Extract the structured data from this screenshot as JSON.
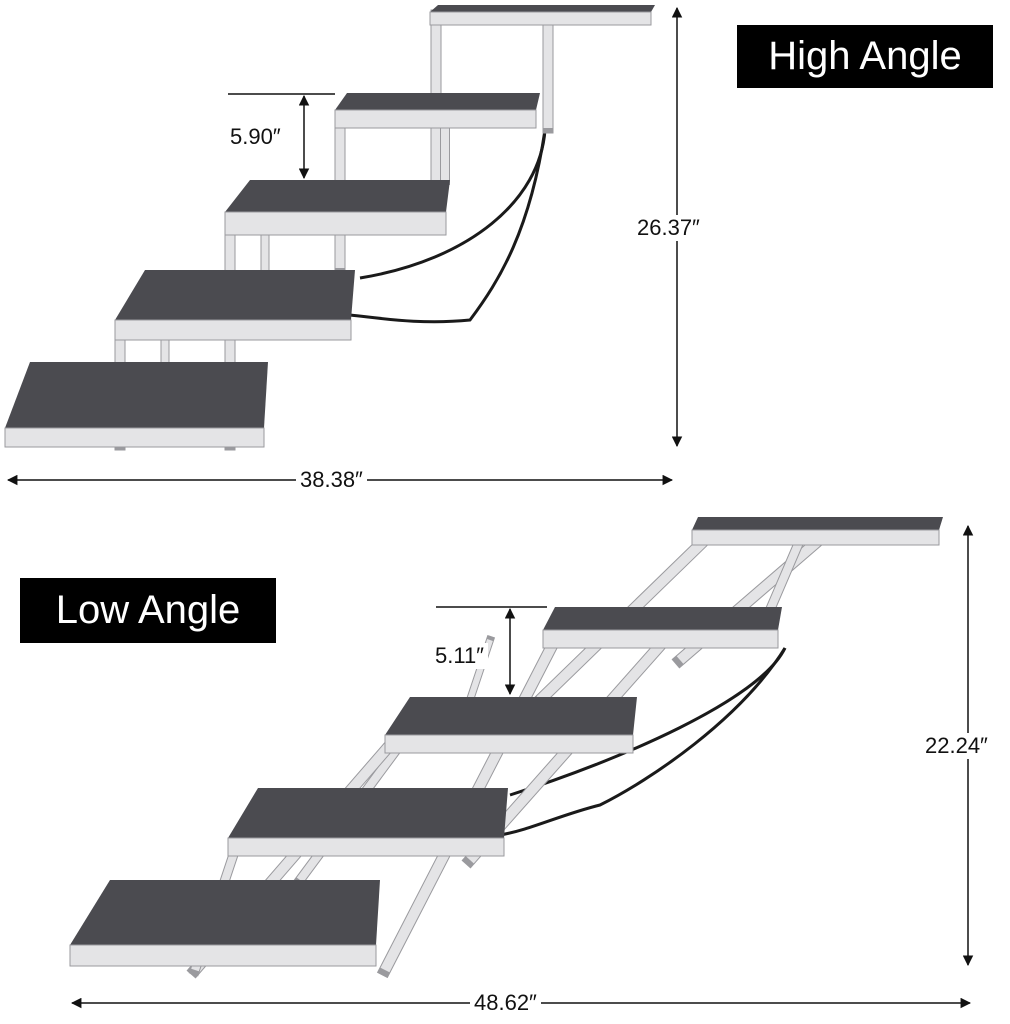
{
  "high_angle": {
    "label": "High Angle",
    "step_height": "5.90″",
    "total_height": "26.37″",
    "total_length": "38.38″"
  },
  "low_angle": {
    "label": "Low Angle",
    "step_height": "5.11″",
    "total_height": "22.24″",
    "total_length": "48.62″"
  },
  "colors": {
    "tread": "#4b4b50",
    "frame": "#e4e4e6",
    "frame_edge": "#9a9a9e",
    "strap": "#1a1a1a"
  }
}
